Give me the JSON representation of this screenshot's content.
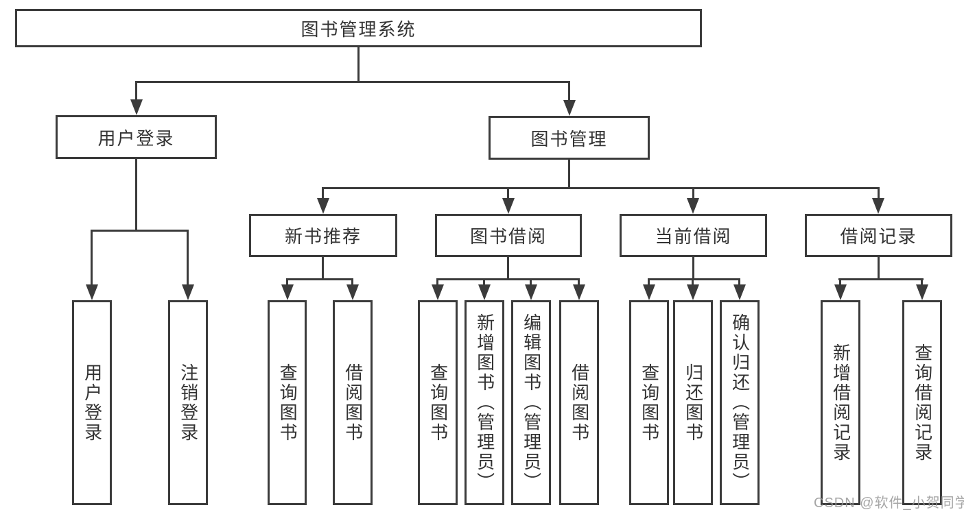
{
  "colors": {
    "line": "#3b3b3b",
    "text": "#333333",
    "watermark": "#969696",
    "background": "#ffffff"
  },
  "watermark": {
    "text": "CSDN @软件_小贺同学"
  },
  "diagram": {
    "type": "hierarchy-flowchart",
    "title": "图书管理系统",
    "branches": [
      {
        "label": "用户登录",
        "children": [
          {
            "label": "用户登录"
          },
          {
            "label": "注销登录"
          }
        ]
      },
      {
        "label": "图书管理",
        "children": [
          {
            "label": "新书推荐",
            "children": [
              {
                "label": "查询图书"
              },
              {
                "label": "借阅图书"
              }
            ]
          },
          {
            "label": "图书借阅",
            "children": [
              {
                "label": "查询图书"
              },
              {
                "label": "新增图书（管理员）"
              },
              {
                "label": "编辑图书（管理员）"
              },
              {
                "label": "借阅图书"
              }
            ]
          },
          {
            "label": "当前借阅",
            "children": [
              {
                "label": "查询图书"
              },
              {
                "label": "归还图书"
              },
              {
                "label": "确认归还（管理员）"
              }
            ]
          },
          {
            "label": "借阅记录",
            "children": [
              {
                "label": "新增借阅记录"
              },
              {
                "label": "查询借阅记录"
              }
            ]
          }
        ]
      }
    ]
  }
}
